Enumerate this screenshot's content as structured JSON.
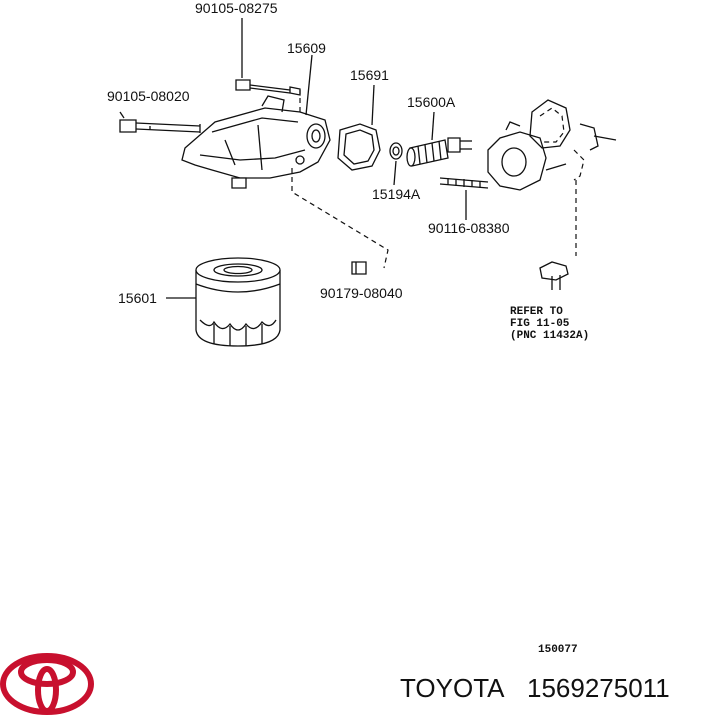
{
  "parts": {
    "p_90105_08275": "90105-08275",
    "p_15609": "15609",
    "p_15691": "15691",
    "p_90105_08020": "90105-08020",
    "p_15600A": "15600A",
    "p_15194A": "15194A",
    "p_90116_08380": "90116-08380",
    "p_15601": "15601",
    "p_90179_08040": "90179-08040"
  },
  "refer": {
    "line1": "REFER TO",
    "line2": "FIG 11-05",
    "line3": "(PNC 11432A)"
  },
  "figure_number": "150077",
  "brand": {
    "name": "TOYOTA",
    "part_number": "1569275011",
    "logo_color": "#c8102e"
  },
  "icons": {
    "logo": "toyota-logo-icon"
  }
}
